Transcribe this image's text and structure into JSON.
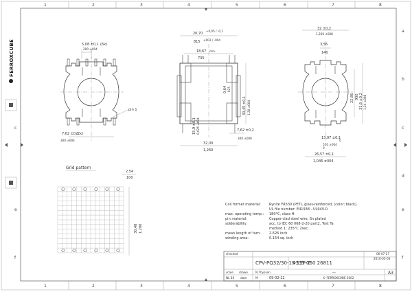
{
  "border": {
    "columns": [
      "1",
      "2",
      "3",
      "4",
      "5",
      "6",
      "7",
      "8"
    ],
    "rows": [
      "a",
      "b",
      "c",
      "d",
      "e",
      "f"
    ]
  },
  "brand": {
    "name": "FERROXCUBE"
  },
  "views": {
    "left": {
      "dim_top_a": "5,08 ±0,1",
      "dim_top_b": "(6x)",
      "dim_top_c": "200 ±004",
      "dim_bot_a": "7,62 ±0,1",
      "dim_bot_b": "(2x)",
      "dim_bot_c": "300 ±004",
      "pin_label": "pin 1"
    },
    "middle": {
      "dim_w1_a": "20,70",
      "dim_w1_b": "+0,05 / -0,1",
      "dim_w2_a": "815",
      "dim_w2_b": "+002 / -004",
      "dim_w3_a": "18,67",
      "dim_w3_b": "min.",
      "dim_w4": "735",
      "dim_h1_a": "30,45 ±0,1",
      "dim_h1_b": "1,20 ±004",
      "dim_h2_a": "0,64",
      "dim_h2_b": "025",
      "dim_h3_a": "15,9 ±0,1",
      "dim_h3_b": "0,626 ±004",
      "dim_pin_a": "7,62 ±0,2",
      "dim_pin_b": "300 ±008",
      "dim_base_a": "32,00",
      "dim_base_b": "1,260"
    },
    "right": {
      "dim_w1_a": "32 ±0,2",
      "dim_w1_b": "1,260 ±008",
      "dim_w2_a": "3,56",
      "dim_w2_b": "140",
      "dim_h1_a": "22,86",
      "dim_h1_b": "900",
      "dim_h2_a": "31,6 ±0,2",
      "dim_h2_b": "1,24 ±008",
      "dim_c1_a": "13,97 ±0,1",
      "dim_c1_b": "0",
      "dim_c2_a": "550 ±004",
      "dim_c2_b": "0",
      "dim_bot_a": "26,57 ±0,1",
      "dim_bot_b": "1,046 ±004"
    }
  },
  "grid": {
    "title": "Grid pattern",
    "dim_a": "2,54",
    "dim_b": "100",
    "side_a": "30,48",
    "side_b": "1,200"
  },
  "specs": [
    {
      "label": "Coil former material:",
      "value": "Rynite FR530 (PET), glass-reinforced, (color: black),"
    },
    {
      "label": "",
      "value": "UL file number: E41938 - UL94V-0."
    },
    {
      "label": "max. operating temp.:",
      "value": "180°C, class H"
    },
    {
      "label": "pin material:",
      "value": "Copper-clad steel wire, Sn plated"
    },
    {
      "label": "solderability:",
      "value": "acc. to IEC 60 068-2-20 part2, Test Ta"
    },
    {
      "label": "",
      "value": "method 1: 235°C 2sec."
    },
    {
      "label": "mean length of turn:",
      "value": "2.626 inch"
    },
    {
      "label": "winding area:",
      "value": "0.154 sq. inch"
    }
  ],
  "titleblock": {
    "part": "CPV-PQ32/30-1S-12P-Z",
    "code": "4335 060 26811",
    "date1": "06-07-27",
    "date2": "2010-05-04",
    "sheet_size": "A3",
    "drawn": "N.Thyssen",
    "date3": "09-02-22",
    "copyright": "© FERROXCUBE 2002",
    "dash": "—",
    "small1": "checked",
    "small2": "scale",
    "small3": "drawn",
    "small4": "date",
    "small5": "NL 36",
    "small6": "M"
  }
}
